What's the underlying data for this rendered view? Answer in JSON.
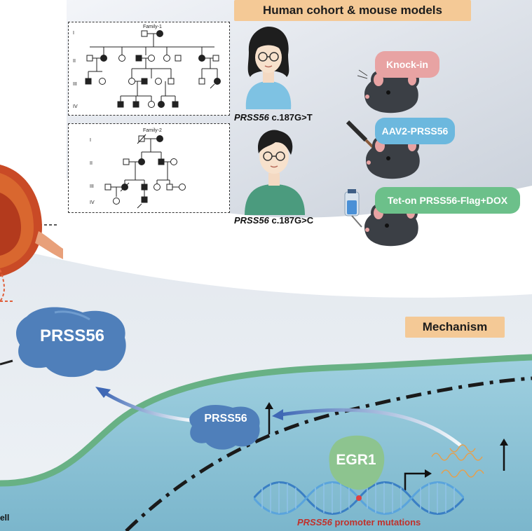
{
  "sections": {
    "top_title": "Human cohort & mouse models",
    "mechanism_title": "Mechanism"
  },
  "pedigrees": {
    "family1": {
      "title": "Family-1",
      "generations": [
        "I",
        "II",
        "III",
        "IV"
      ]
    },
    "family2": {
      "title": "Family-2",
      "generations": [
        "I",
        "II",
        "III",
        "IV"
      ]
    }
  },
  "patients": {
    "patient1": {
      "gene": "PRSS56",
      "variant": "c.187G>T"
    },
    "patient2": {
      "gene": "PRSS56",
      "variant": "c.187G>C"
    }
  },
  "mouse_models": [
    {
      "label": "Knock-in",
      "color": "#e8a3a3"
    },
    {
      "label": "AAV2-PRSS56",
      "color": "#6cb8de"
    },
    {
      "label": "Tet-on PRSS56-Flag+DOX",
      "color": "#6cc08a"
    }
  ],
  "mechanism": {
    "secreted_protein": "PRSS56",
    "intracellular_protein": "PRSS56",
    "transcription_factor": "EGR1",
    "promoter_gene": "PRSS56",
    "promoter_text": "promoter mutations",
    "cell_label_fragment": "ell"
  },
  "colors": {
    "protein_blue": "#4f7fba",
    "egr1_green": "#8dc48f",
    "cell_interior": "#8cc3d5",
    "membrane_green": "#68b185",
    "banner_orange": "#f4c996",
    "eye_red": "#c94a26"
  }
}
